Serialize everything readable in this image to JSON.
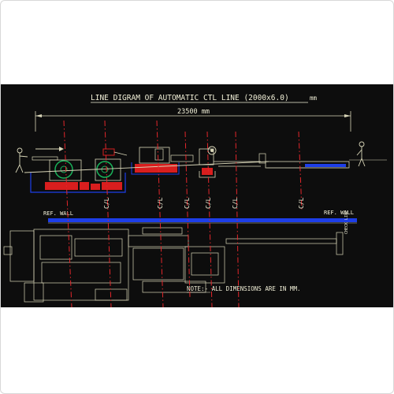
{
  "drawing": {
    "title": "LINE DIGRAM OF AUTOMATIC CTL LINE (2000x6.0)",
    "title_unit": "mm",
    "overall_dimension": "23500 mm",
    "centerline_labels": [
      "C/L",
      "C/L",
      "C/L",
      "C/L",
      "C/L",
      "C/L"
    ],
    "ref_wall_left": "REF. WALL",
    "ref_wall_right": "REF. WALL",
    "side_note": "CHECK LINE",
    "note": "NOTE:- ALL DIMENSIONS ARE IN MM."
  },
  "colors": {
    "background": "#0d0d0d",
    "drawing_lines": "#d9d6b8",
    "centerline": "#e3262b",
    "wall": "#1d3ee8",
    "equipment_fill": "#d81e1e",
    "roll_circle": "#19b35a",
    "title_text": "#f2f0d8"
  }
}
